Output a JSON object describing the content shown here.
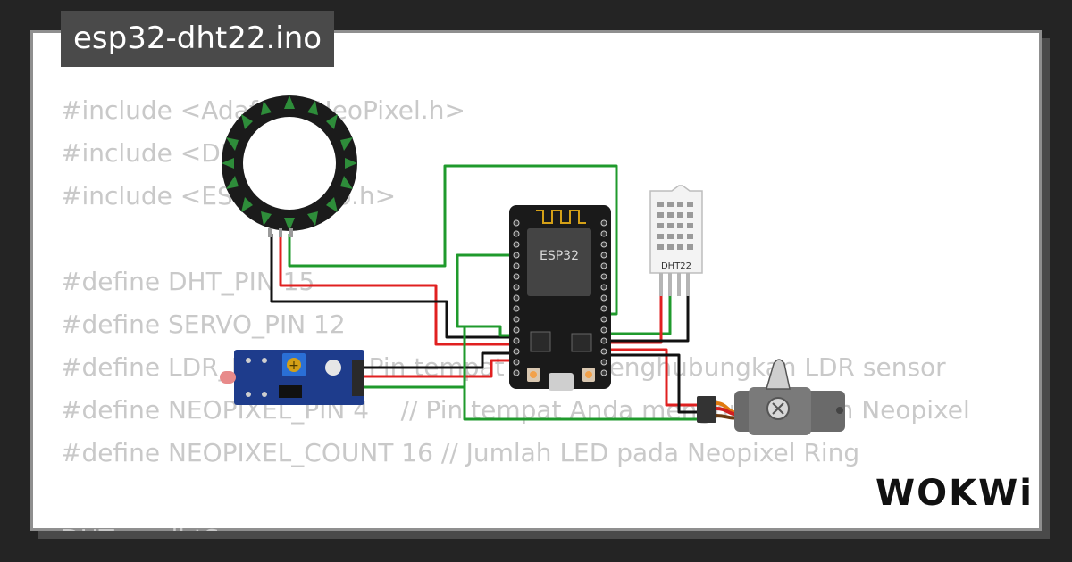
{
  "file_tab": {
    "title": "esp32-dht22.ino"
  },
  "code": {
    "lines": [
      "#include <Adafruit_NeoPixel.h>",
      "#include <DHTesp.h>",
      "#include <ESP32Servo.h>",
      "",
      "#define DHT_PIN 15",
      "#define SERVO_PIN 12",
      "#define LDR_PIN 34    // Pin tempat Anda menghubungkan LDR sensor",
      "#define NEOPIXEL_PIN 4    // Pin tempat Anda menghubungkan Neopixel",
      "#define NEOPIXEL_COUNT 16 // Jumlah LED pada Neopixel Ring",
      "",
      "DHTesp dhtSensor;"
    ]
  },
  "diagram": {
    "mcu_label": "ESP32",
    "sensor_label": "DHT22",
    "wire_colors": {
      "green": "#1f9a2c",
      "red": "#e02020",
      "black": "#111111"
    }
  },
  "brand": {
    "logo": "WOKWi"
  }
}
